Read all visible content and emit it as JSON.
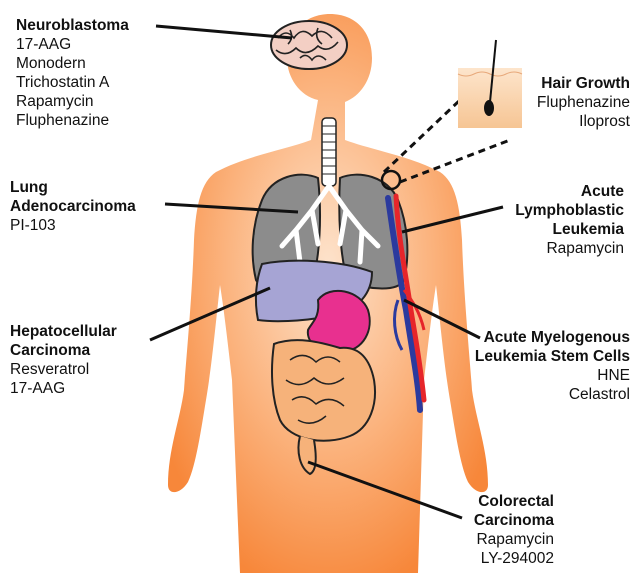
{
  "labels": {
    "neuroblastoma": {
      "title": [
        "Neuroblastoma"
      ],
      "drugs": [
        "17-AAG",
        "Monodern",
        "Trichostatin A",
        "Rapamycin",
        "Fluphenazine"
      ]
    },
    "hair": {
      "title": [
        "Hair Growth"
      ],
      "drugs": [
        "Fluphenazine",
        "Iloprost"
      ]
    },
    "lung": {
      "title": [
        "Lung",
        "Adenocarcinoma"
      ],
      "drugs": [
        "PI-103"
      ]
    },
    "all": {
      "title": [
        "Acute",
        "Lymphoblastic",
        "Leukemia"
      ],
      "drugs": [
        "Rapamycin"
      ]
    },
    "hcc": {
      "title": [
        "Hepatocellular",
        "Carcinoma"
      ],
      "drugs": [
        "Resveratrol",
        "17-AAG"
      ]
    },
    "aml": {
      "title": [
        "Acute Myelogenous",
        "Leukemia Stem Cells"
      ],
      "drugs": [
        "HNE",
        "Celastrol"
      ]
    },
    "crc": {
      "title": [
        "Colorectal",
        "Carcinoma"
      ],
      "drugs": [
        "Rapamycin",
        "LY-294002"
      ]
    }
  },
  "colors": {
    "body_light": "#fde3cc",
    "body_dark": "#f7873a",
    "lung": "#8c8c8c",
    "liver": "#a6a4d4",
    "stomach": "#e8308f",
    "intestine": "#f6b27a",
    "artery": "#e6252a",
    "vein": "#2b3a9e",
    "skin": "#fbd3b0"
  }
}
